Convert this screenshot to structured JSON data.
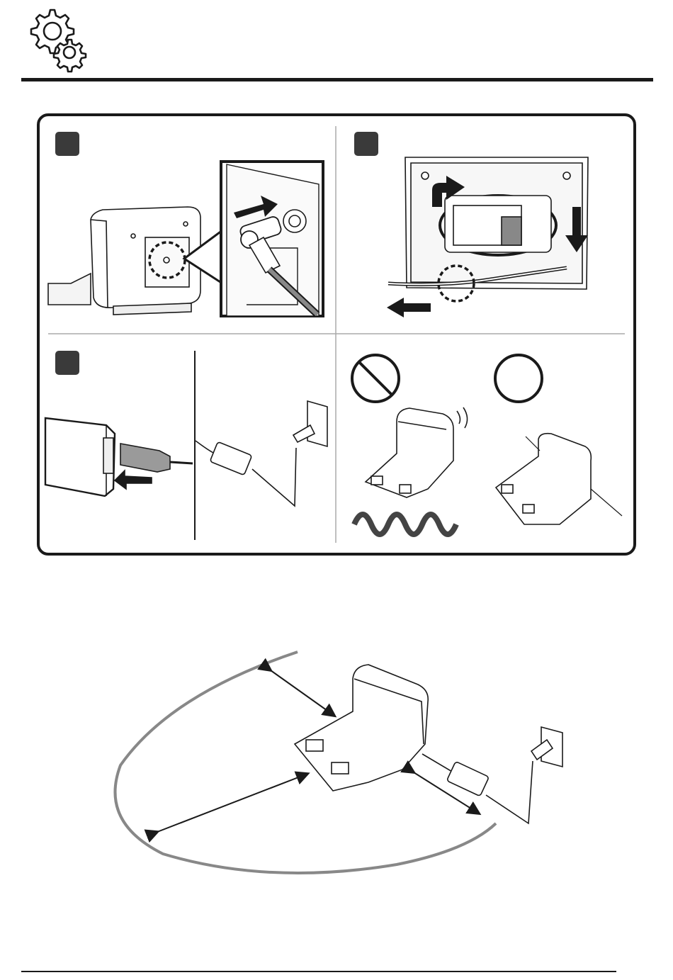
{
  "header": {
    "icon": "gears-icon"
  },
  "panel": {
    "steps": [
      {
        "marker": "step-1-marker",
        "scene": "plug-into-dock"
      },
      {
        "marker": "step-2-marker",
        "scene": "route-cable"
      },
      {
        "marker": "step-3-marker",
        "scene": "connect-adapter-to-outlet"
      },
      {
        "scene": "placement-do-dont"
      }
    ],
    "symbols": {
      "prohibited": "prohibited-icon",
      "allowed": "allowed-icon"
    }
  },
  "placement": {
    "scene": "dock-clearance-diagram"
  },
  "colors": {
    "ink": "#1a1a1a",
    "step_marker": "#3a3a3a",
    "arrow": "#222222",
    "zone": "#888888"
  }
}
